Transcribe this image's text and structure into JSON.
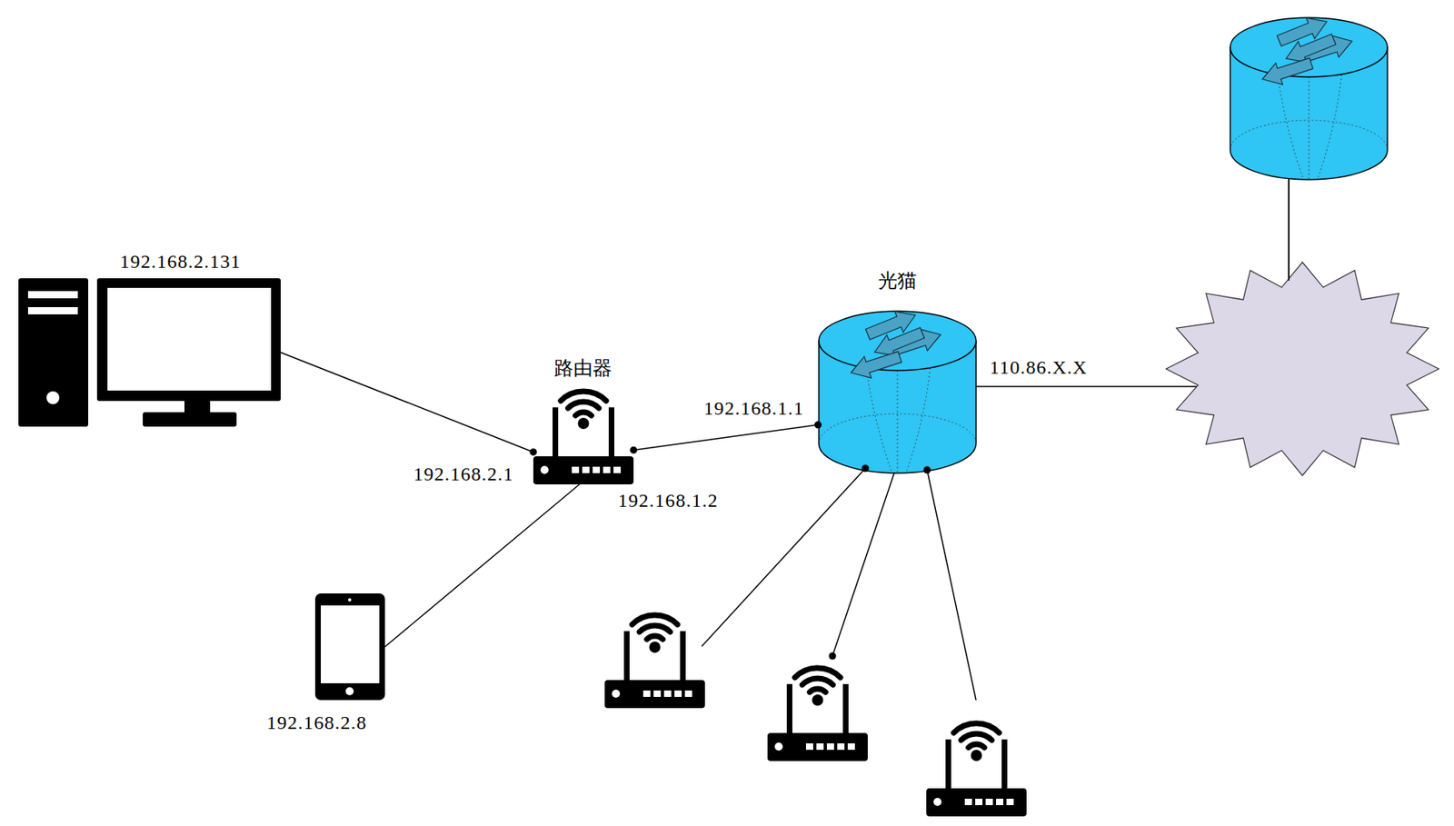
{
  "diagram": {
    "nodes": [
      {
        "text": [
          "192.168.2.131"
        ]
      },
      {
        "text": [
          "路由器"
        ]
      },
      {
        "text": [
          "光猫"
        ]
      },
      {
        "text": [
          "192.168.2.8"
        ]
      }
    ],
    "edges": [
      {
        "from": 0,
        "to": 1,
        "arrow": "none"
      },
      {
        "from": 1,
        "to": 2,
        "arrow": "none"
      },
      {
        "from": 1,
        "to": 3,
        "arrow": "none"
      }
    ],
    "labels": [
      "192.168.2.1",
      "192.168.1.2",
      "192.168.1.1",
      "110.86.X.X"
    ]
  }
}
